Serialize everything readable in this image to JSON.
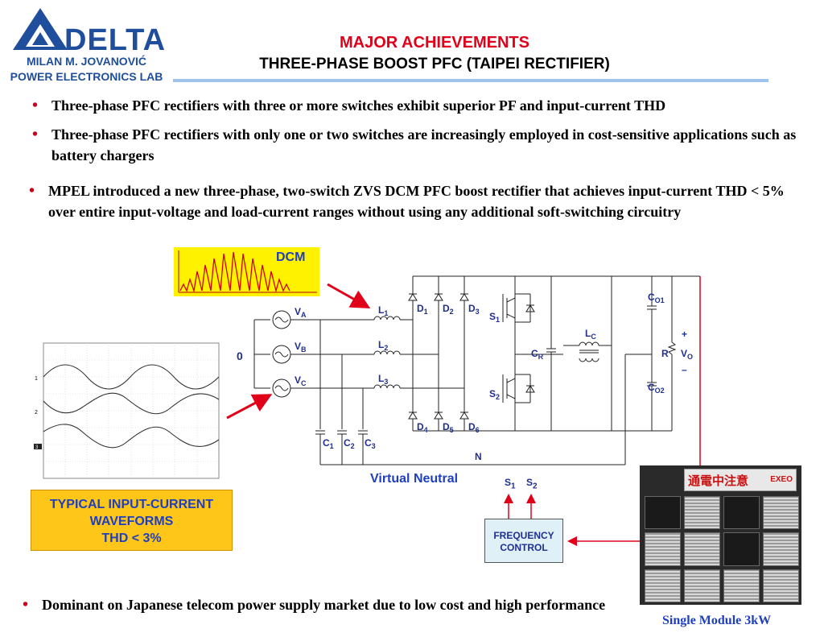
{
  "header": {
    "brand_logo": "DELTA",
    "lab_line1": "MILAN M. JOVANOVIĆ",
    "lab_line2": "POWER ELECTRONICS LAB",
    "title": "MAJOR ACHIEVEMENTS",
    "subtitle": "THREE-PHASE BOOST PFC (TAIPEI RECTIFIER)"
  },
  "bullets": [
    "Three-phase PFC rectifiers with three or more switches exhibit superior PF and input-current THD",
    "Three-phase PFC rectifiers with only one or two switches are increasingly employed in cost-sensitive applications such as battery chargers",
    "MPEL introduced a new three-phase, two-switch ZVS DCM PFC boost rectifier that achieves input-current THD < 5% over entire input-voltage and load-current ranges without using any additional soft-switching circuitry",
    "Dominant on Japanese telecom power supply market due to low cost and high performance"
  ],
  "dcm_label": "DCM",
  "waveform_box": {
    "line1": "TYPICAL INPUT-CURRENT",
    "line2": "WAVEFORMS",
    "line3": "THD < 3%"
  },
  "scope_markers": [
    "1",
    "2",
    "3"
  ],
  "circuit": {
    "ground_label": "0",
    "sources": [
      {
        "v": "V",
        "sub": "A"
      },
      {
        "v": "V",
        "sub": "B"
      },
      {
        "v": "V",
        "sub": "C"
      }
    ],
    "inductors": [
      {
        "v": "L",
        "sub": "1"
      },
      {
        "v": "L",
        "sub": "2"
      },
      {
        "v": "L",
        "sub": "3"
      }
    ],
    "diodes_top": [
      {
        "v": "D",
        "sub": "1"
      },
      {
        "v": "D",
        "sub": "2"
      },
      {
        "v": "D",
        "sub": "3"
      }
    ],
    "diodes_bottom": [
      {
        "v": "D",
        "sub": "4"
      },
      {
        "v": "D",
        "sub": "5"
      },
      {
        "v": "D",
        "sub": "6"
      }
    ],
    "caps_input": [
      {
        "v": "C",
        "sub": "1"
      },
      {
        "v": "C",
        "sub": "2"
      },
      {
        "v": "C",
        "sub": "3"
      }
    ],
    "switch1": {
      "v": "S",
      "sub": "1"
    },
    "switch2": {
      "v": "S",
      "sub": "2"
    },
    "cap_r": {
      "v": "C",
      "sub": "R"
    },
    "inductor_c": {
      "v": "L",
      "sub": "C"
    },
    "cap_o1": {
      "v": "C",
      "sub": "O1"
    },
    "cap_o2": {
      "v": "C",
      "sub": "O2"
    },
    "resistor": "R",
    "vout": {
      "v": "V",
      "sub": "O"
    },
    "plus": "+",
    "minus": "–",
    "neutral_node": "N"
  },
  "virtual_neutral_label": "Virtual Neutral",
  "control": {
    "s1": "S",
    "s1_sub": "1",
    "s2": "S",
    "s2_sub": "2",
    "box_line1": "FREQUENCY",
    "box_line2": "CONTROL"
  },
  "photo": {
    "banner_text": "通電中注意",
    "banner_brand": "EXEO",
    "caption": "Single Module 3kW"
  },
  "colors": {
    "accent_red": "#e0001a",
    "label_blue": "#1f3fbf",
    "rule_blue": "#9fc3ea",
    "dcm_yellow": "#fff200",
    "box_orange": "#ffc61a"
  }
}
